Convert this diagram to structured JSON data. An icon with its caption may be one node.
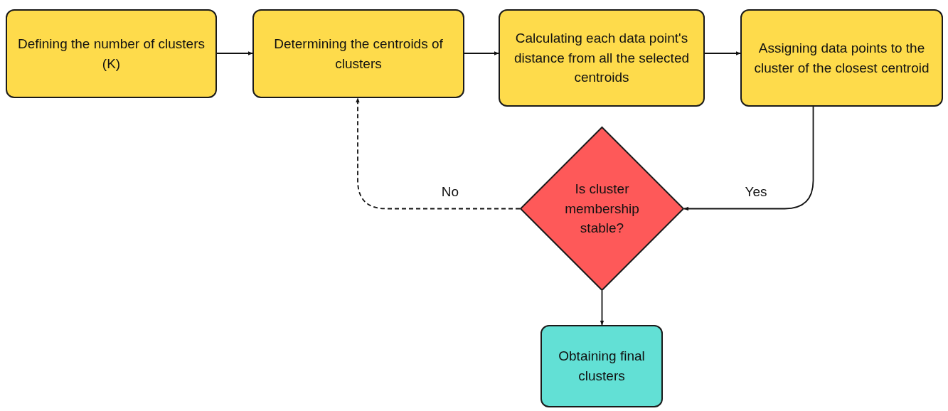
{
  "diagram": {
    "nodes": [
      {
        "text": [
          "Defining the number of clusters (K)"
        ]
      },
      {
        "text": [
          "Determining the centroids of clusters"
        ]
      },
      {
        "text": [
          "Calculating each data point's distance from all the selected centroids"
        ]
      },
      {
        "text": [
          "Assigning data points to the cluster of the closest centroid"
        ]
      },
      {
        "text": [
          "Is cluster membership stable?"
        ]
      },
      {
        "text": [
          "Obtaining final clusters"
        ]
      }
    ],
    "edges": [
      {
        "from": 0,
        "to": 1,
        "arrow": "to"
      },
      {
        "from": 1,
        "to": 2,
        "arrow": "to"
      },
      {
        "from": 2,
        "to": 3,
        "arrow": "to"
      },
      {
        "from": 3,
        "to": 4,
        "arrow": "to",
        "label": "Yes"
      },
      {
        "from": 4,
        "to": 1,
        "arrow": "to",
        "label": "No",
        "style": "dashed"
      },
      {
        "from": 4,
        "to": 5,
        "arrow": "to"
      }
    ]
  }
}
